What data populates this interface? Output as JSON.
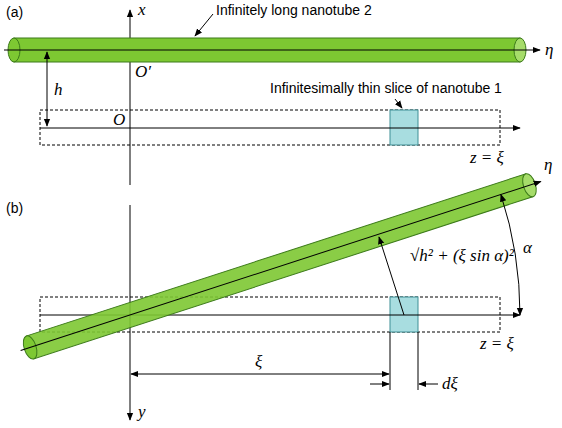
{
  "diagram": {
    "labels": [
      "(a)",
      "x",
      "Infinitely long nanotube 2",
      "η",
      "h",
      "O′",
      "O",
      "Infinitesimally thin slice of nanotube 1",
      "z = ξ",
      "(b)",
      "η",
      "√h² + (ξ sin α)²",
      "α",
      "z = ξ",
      "y",
      "ξ",
      "dξ"
    ]
  }
}
